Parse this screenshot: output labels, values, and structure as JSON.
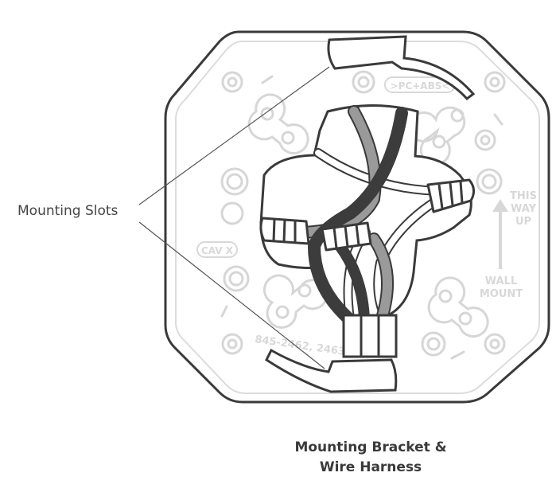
{
  "callout": {
    "label": "Mounting Slots"
  },
  "embossed": {
    "material": ">PC+ABS<",
    "cavity": "CAV X",
    "part_numbers": "845-2462, 2463",
    "orientation_line1": "THIS",
    "orientation_line2": "WAY",
    "orientation_line3": "UP",
    "mount_line1": "WALL",
    "mount_line2": "MOUNT"
  },
  "caption": {
    "line1": "Mounting Bracket &",
    "line2": "Wire Harness"
  },
  "colors": {
    "outline": "#3a3a3a",
    "embossing": "#d8d8d8",
    "wire_dark": "#3c3c3c",
    "wire_gray": "#9a9a9a",
    "wire_white": "#ffffff"
  }
}
